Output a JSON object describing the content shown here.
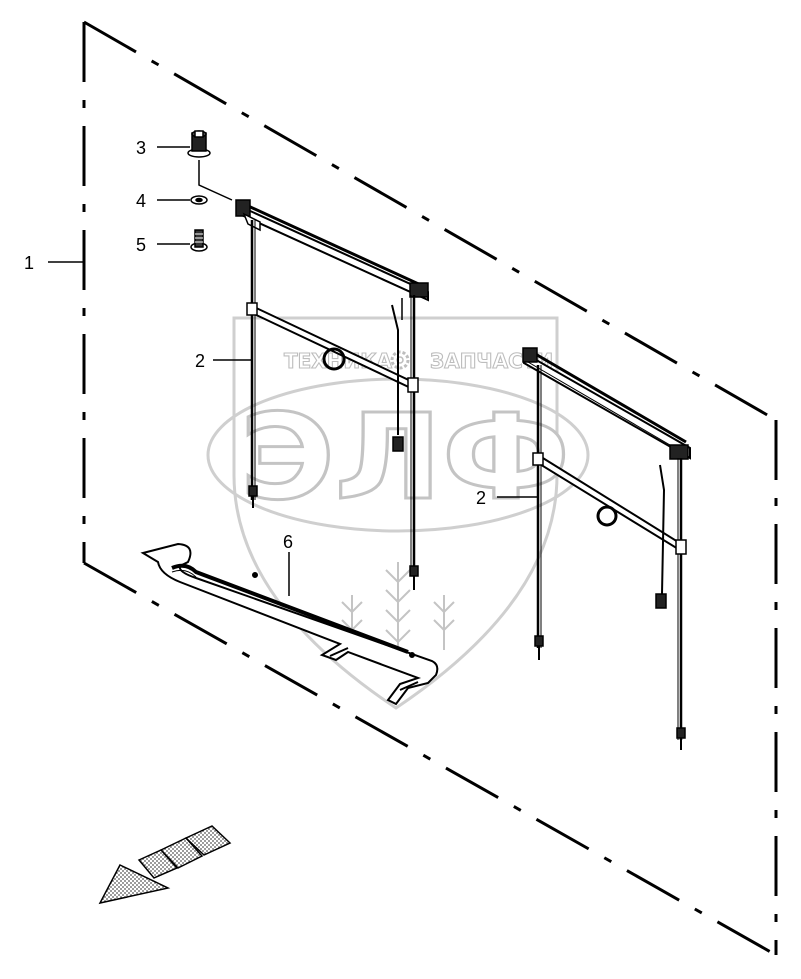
{
  "watermark": {
    "text_left": "ТЕХНИКА",
    "text_right": "ЗАПЧАСТИ",
    "text_big": "ЭЛФ"
  },
  "callouts": [
    "1",
    "2",
    "2",
    "3",
    "4",
    "5",
    "6"
  ],
  "colors": {
    "line": "#000000",
    "watermark_stroke": "#c4c4c4",
    "arrow_fill": "#9a9a9a"
  },
  "icons": [
    "gear-icon",
    "wheat-icon",
    "direction-arrow-icon"
  ]
}
